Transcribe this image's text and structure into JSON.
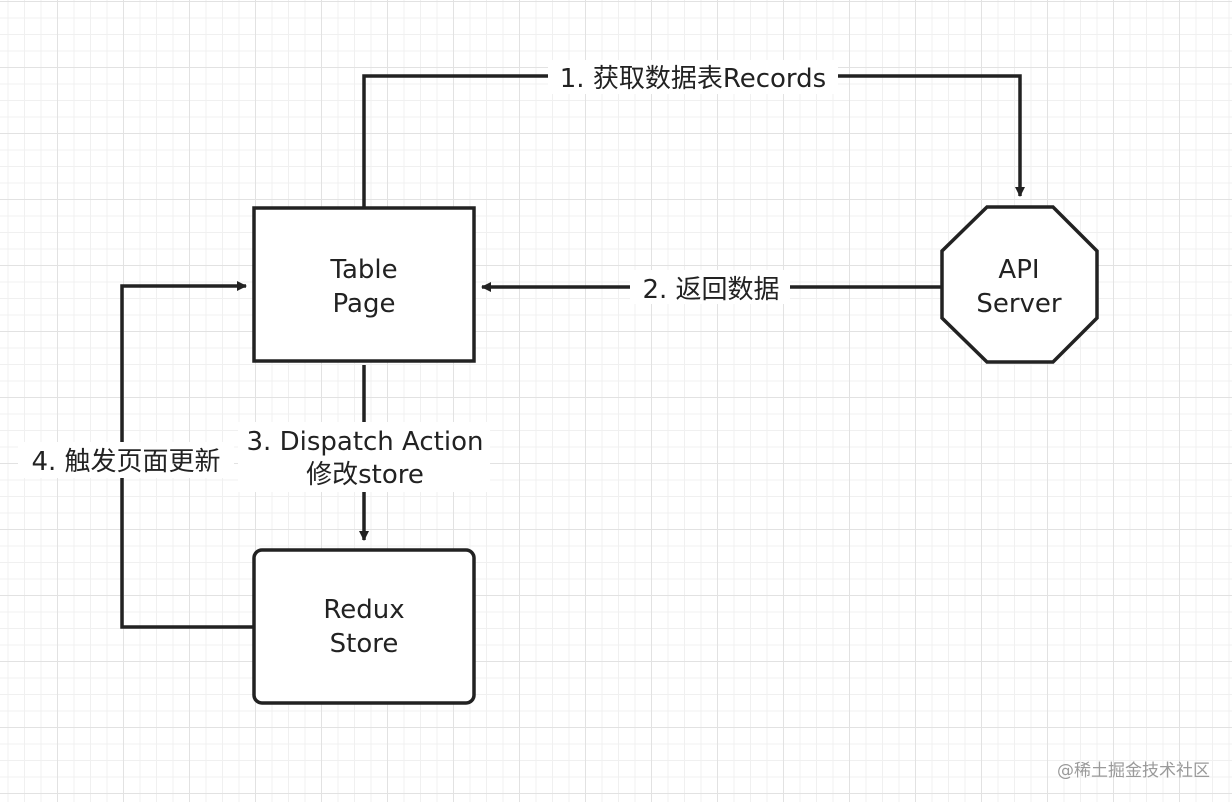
{
  "nodes": {
    "table_page": {
      "lines": [
        "Table",
        "Page"
      ]
    },
    "api_server": {
      "lines": [
        "API",
        "Server"
      ]
    },
    "redux_store": {
      "lines": [
        "Redux",
        "Store"
      ]
    }
  },
  "edges": {
    "fetch_records": {
      "label": "1. 获取数据表Records"
    },
    "return_data": {
      "label": "2. 返回数据"
    },
    "dispatch_action": {
      "lines": [
        "3. Dispatch Action",
        "修改store"
      ]
    },
    "trigger_update": {
      "label": "4. 触发页面更新"
    }
  },
  "watermark": "@稀土掘金技术社区",
  "colors": {
    "stroke": "#222222",
    "grid": "#e2e2e2",
    "background": "#ffffff"
  }
}
